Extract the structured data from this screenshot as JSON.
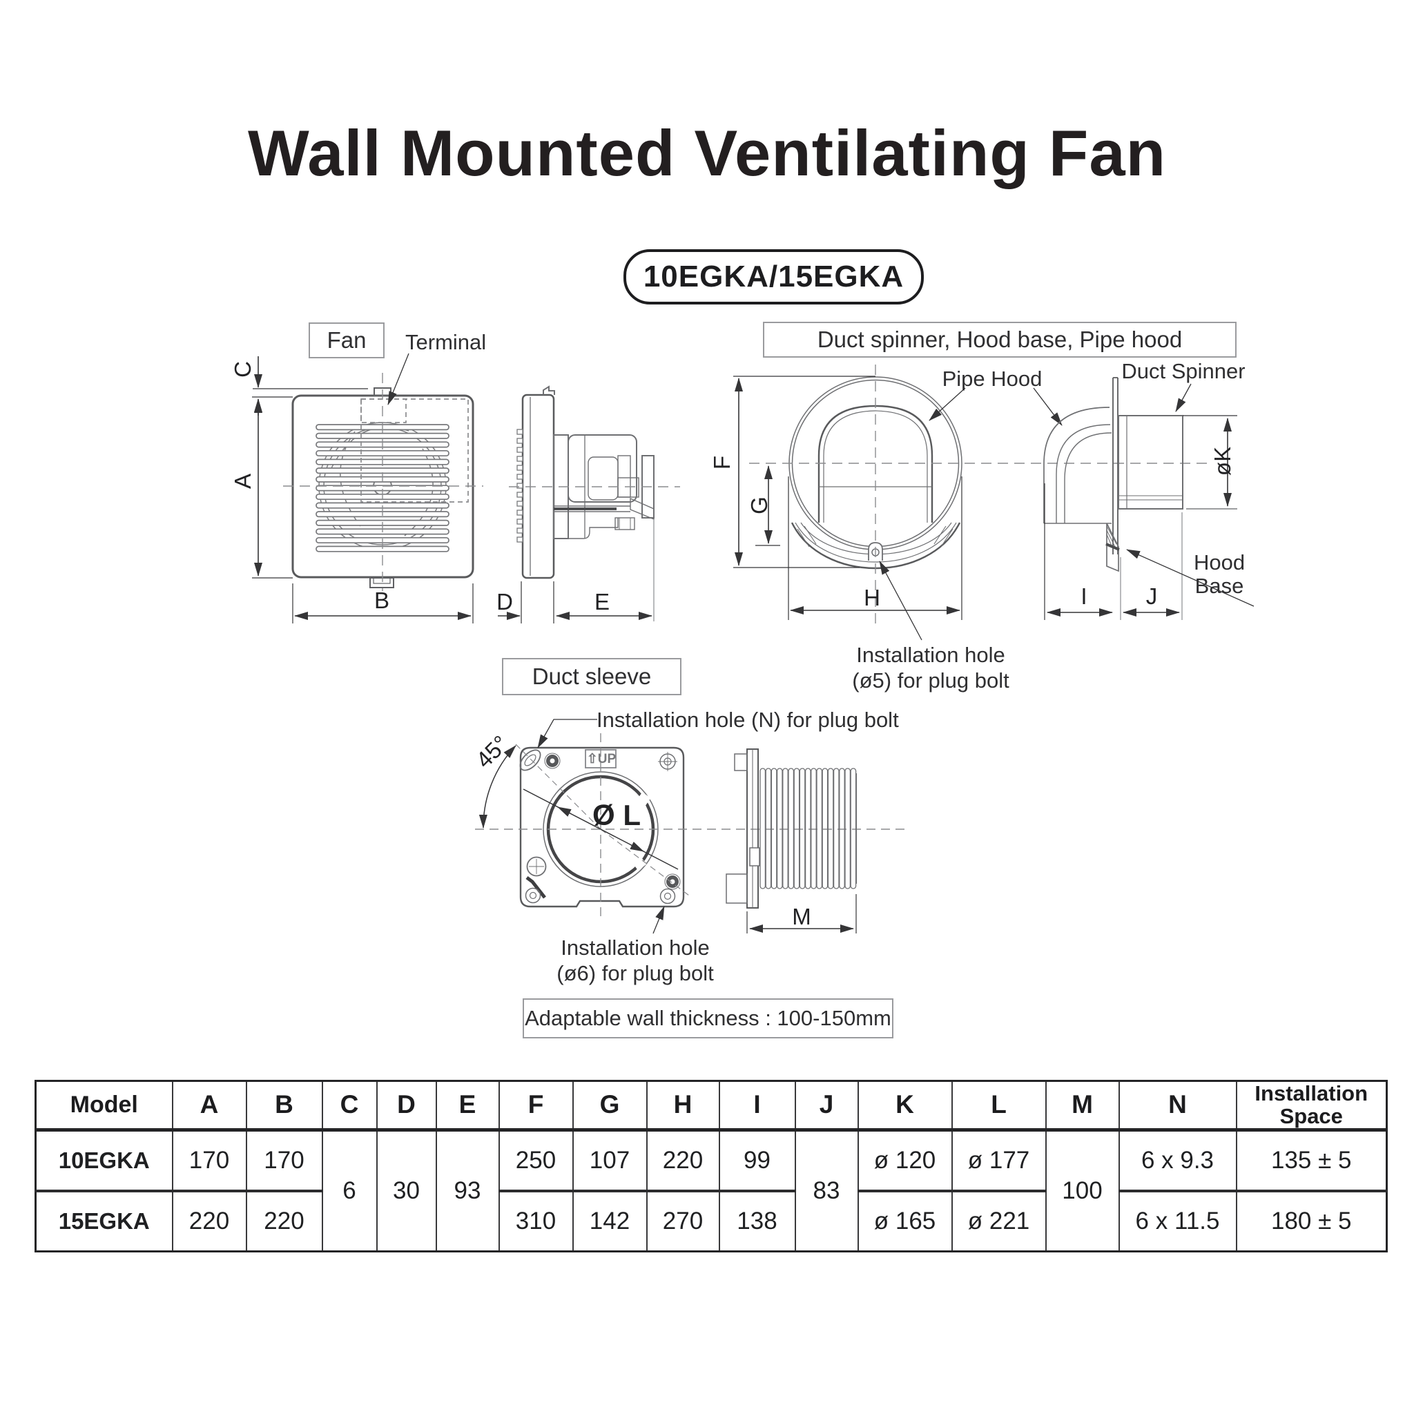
{
  "page": {
    "title": "Wall Mounted Ventilating Fan",
    "model_badge": "10EGKA/15EGKA"
  },
  "diagrams": {
    "fan": {
      "box_label": "Fan",
      "terminal_label": "Terminal"
    },
    "hood": {
      "box_label": "Duct spinner, Hood base, Pipe hood",
      "pipe_hood_label": "Pipe Hood",
      "duct_spinner_label": "Duct Spinner",
      "hood_base_line1": "Hood",
      "hood_base_line2": "Base",
      "hole5_line1": "Installation hole",
      "hole5_line2": "(ø5) for plug bolt"
    },
    "sleeve": {
      "box_label": "Duct sleeve",
      "hole_n_note": "Installation hole (N) for plug bolt",
      "hole6_line1": "Installation hole",
      "hole6_line2": "(ø6) for plug bolt",
      "up_icon": "⇧",
      "up_label": "UP",
      "wall_note": "Adaptable wall thickness : 100-150mm"
    },
    "dims": {
      "a": "A",
      "b": "B",
      "c": "C",
      "d": "D",
      "e": "E",
      "f": "F",
      "g": "G",
      "h": "H",
      "i": "I",
      "j": "J",
      "k": "øK",
      "l": "Ø L",
      "m": "M",
      "angle": "45°"
    }
  },
  "table": {
    "headers": [
      "Model",
      "A",
      "B",
      "C",
      "D",
      "E",
      "F",
      "G",
      "H",
      "I",
      "J",
      "K",
      "L",
      "M",
      "N",
      "Installation Space"
    ],
    "rows": [
      {
        "model": "10EGKA",
        "a": "170",
        "b": "170",
        "c": "6",
        "d": "30",
        "e": "93",
        "f": "250",
        "g": "107",
        "h": "220",
        "i": "99",
        "j": "83",
        "k": "ø 120",
        "l": "ø 177",
        "m": "100",
        "n": "6 x 9.3",
        "space": "135 ± 5"
      },
      {
        "model": "15EGKA",
        "a": "220",
        "b": "220",
        "f": "310",
        "g": "142",
        "h": "270",
        "i": "138",
        "k": "ø 165",
        "l": "ø 221",
        "n": "6 x 11.5",
        "space": "180 ± 5"
      }
    ]
  }
}
